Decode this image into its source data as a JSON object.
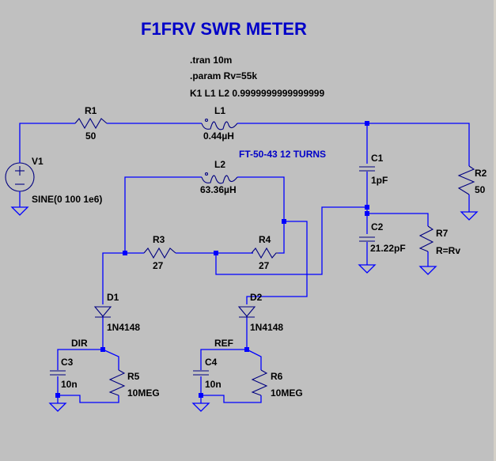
{
  "title": "F1FRV SWR METER",
  "directives": {
    "tran": ".tran 10m",
    "param": ".param Rv=55k",
    "coupling": "K1 L1 L2 0.9999999999999999"
  },
  "note": "FT-50-43 12 TURNS",
  "components": {
    "V1": {
      "name": "V1",
      "value": "SINE(0 100 1e6)"
    },
    "R1": {
      "name": "R1",
      "value": "50"
    },
    "L1": {
      "name": "L1",
      "value": "0.44µH"
    },
    "L2": {
      "name": "L2",
      "value": "63.36µH"
    },
    "R2": {
      "name": "R2",
      "value": "50"
    },
    "C1": {
      "name": "C1",
      "value": "1pF"
    },
    "C2": {
      "name": "C2",
      "value": "21.22pF"
    },
    "R7": {
      "name": "R7",
      "value": "R=Rv"
    },
    "R3": {
      "name": "R3",
      "value": "27"
    },
    "R4": {
      "name": "R4",
      "value": "27"
    },
    "D1": {
      "name": "D1",
      "value": "1N4148"
    },
    "D2": {
      "name": "D2",
      "value": "1N4148"
    },
    "C3": {
      "name": "C3",
      "value": "10n"
    },
    "R5": {
      "name": "R5",
      "value": "10MEG"
    },
    "C4": {
      "name": "C4",
      "value": "10n"
    },
    "R6": {
      "name": "R6",
      "value": "10MEG"
    }
  },
  "net_labels": {
    "dir": "DIR",
    "ref": "REF"
  },
  "colors": {
    "background": "#c0c0c0",
    "wire": "#0000ff",
    "symbol": "#000080",
    "title": "#0000c8",
    "text": "#000000"
  }
}
